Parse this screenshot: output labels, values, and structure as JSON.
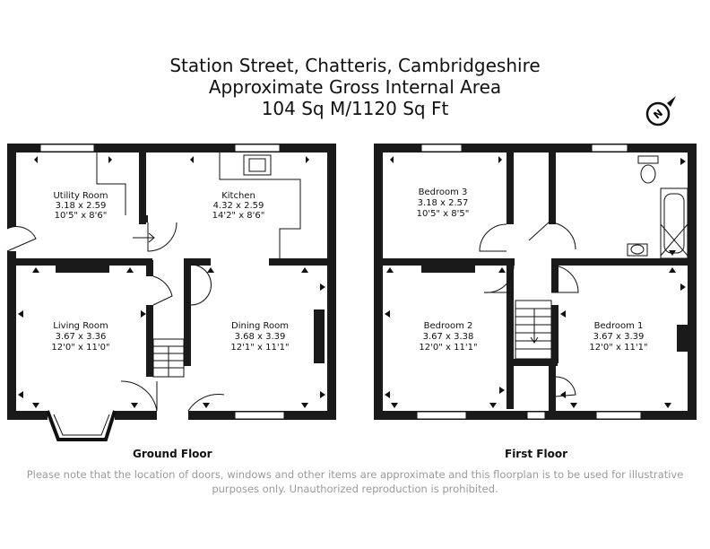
{
  "header": {
    "line1": "Station Street, Chatteris, Cambridgeshire",
    "line2": "Approximate Gross Internal Area",
    "line3": "104 Sq M/1120 Sq Ft"
  },
  "compass": {
    "letter": "N",
    "icon": "north-compass-icon"
  },
  "ground_floor": {
    "label": "Ground Floor",
    "rooms": [
      {
        "name": "Utility Room",
        "metric": "3.18 x 2.59",
        "imperial": "10'5\" x 8'6\""
      },
      {
        "name": "Kitchen",
        "metric": "4.32 x 2.59",
        "imperial": "14'2\" x 8'6\""
      },
      {
        "name": "Living Room",
        "metric": "3.67 x 3.36",
        "imperial": "12'0\" x 11'0\""
      },
      {
        "name": "Dining Room",
        "metric": "3.68 x 3.39",
        "imperial": "12'1\" x 11'1\""
      }
    ]
  },
  "first_floor": {
    "label": "First Floor",
    "rooms": [
      {
        "name": "Bedroom 3",
        "metric": "3.18 x 2.57",
        "imperial": "10'5\" x 8'5\""
      },
      {
        "name": "Bedroom 2",
        "metric": "3.67 x 3.38",
        "imperial": "12'0\" x 11'1\""
      },
      {
        "name": "Bedroom 1",
        "metric": "3.67 x 3.39",
        "imperial": "12'0\" x 11'1\""
      }
    ]
  },
  "disclaimer": {
    "line1": "Please note that the location of doors, windows and other items are approximate and this floorplan is to be used for illustrative",
    "line2": "purposes only. Unauthorized reproduction is prohibited."
  }
}
